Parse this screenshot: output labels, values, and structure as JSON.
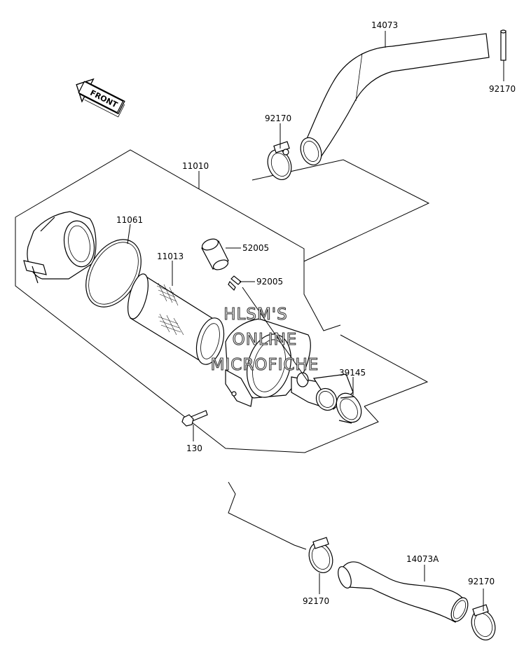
{
  "diagram": {
    "front_label": "FRONT",
    "watermark": [
      "HLSM'S",
      "ONLINE",
      "MICROFICHE"
    ],
    "parts": [
      {
        "id": "hose_upper",
        "number": "14073"
      },
      {
        "id": "clamp_upper_right",
        "number": "92170"
      },
      {
        "id": "clamp_upper_left",
        "number": "92170"
      },
      {
        "id": "housing",
        "number": "11010"
      },
      {
        "id": "ring",
        "number": "11061"
      },
      {
        "id": "cap",
        "number": "52005"
      },
      {
        "id": "element",
        "number": "11013"
      },
      {
        "id": "fitting",
        "number": "92005"
      },
      {
        "id": "bushing",
        "number": "39145"
      },
      {
        "id": "bolt",
        "number": "130"
      },
      {
        "id": "hose_lower",
        "number": "14073A"
      },
      {
        "id": "clamp_lower_left",
        "number": "92170"
      },
      {
        "id": "clamp_lower_right",
        "number": "92170"
      }
    ]
  }
}
